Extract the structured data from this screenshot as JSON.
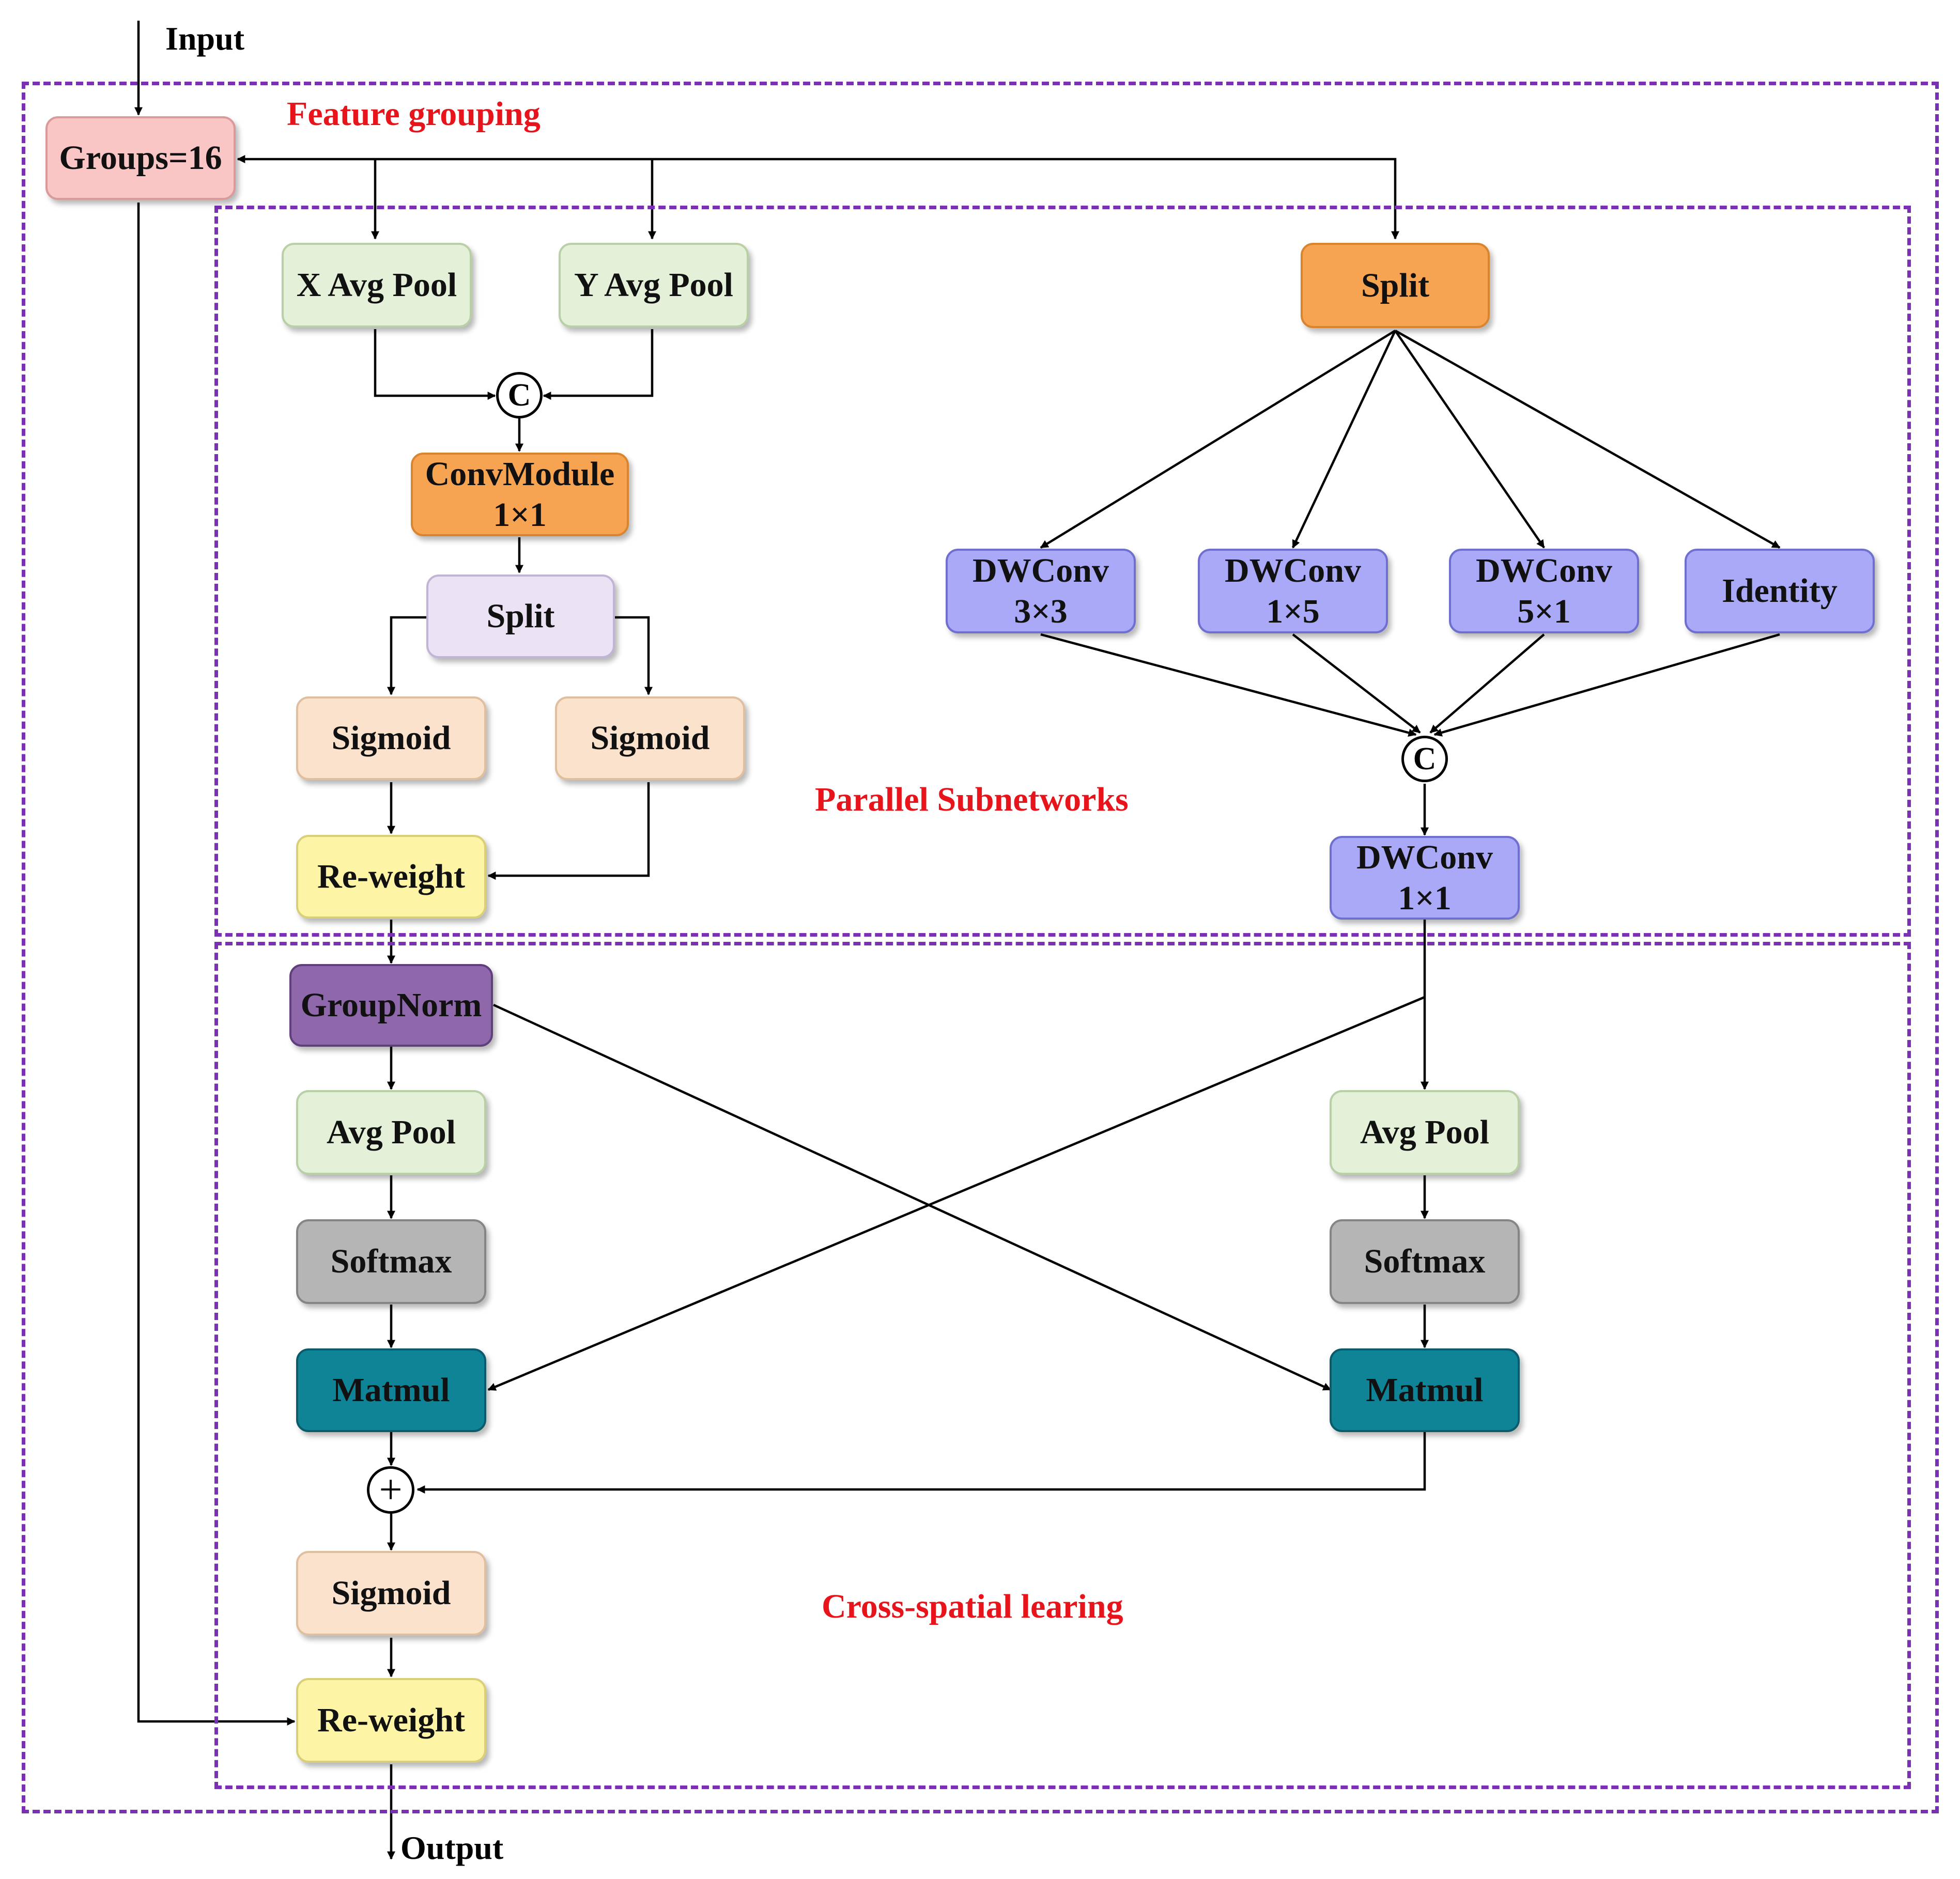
{
  "io": {
    "input": "Input",
    "output": "Output"
  },
  "regions": {
    "feature_grouping": "Feature grouping",
    "parallel_subnetworks": "Parallel Subnetworks",
    "cross_spatial": "Cross-spatial learing"
  },
  "nodes": {
    "groups": {
      "label": "Groups=16",
      "fill": "#f9c6c5",
      "stroke": "#d99a99"
    },
    "x_avg_pool": {
      "label": "X Avg Pool",
      "fill": "#e4f1d8",
      "stroke": "#b9cfa6"
    },
    "y_avg_pool": {
      "label": "Y Avg Pool",
      "fill": "#e4f1d8",
      "stroke": "#b9cfa6"
    },
    "conv_module": {
      "line1": "ConvModule",
      "line2": "1×1",
      "fill": "#f7a452",
      "stroke": "#d9852f"
    },
    "split_left": {
      "label": "Split",
      "fill": "#ebe3f4",
      "stroke": "#c2b4d6"
    },
    "sigmoid_a": {
      "label": "Sigmoid",
      "fill": "#fbe2cc",
      "stroke": "#dfbf9f"
    },
    "sigmoid_b": {
      "label": "Sigmoid",
      "fill": "#fbe2cc",
      "stroke": "#dfbf9f"
    },
    "reweight_top": {
      "label": "Re-weight",
      "fill": "#fdf4a6",
      "stroke": "#d9cf79"
    },
    "split_right": {
      "label": "Split",
      "fill": "#f7a452",
      "stroke": "#d9852f"
    },
    "dwconv_3x3": {
      "line1": "DWConv",
      "line2": "3×3",
      "fill": "#a9a9f8",
      "stroke": "#6f6fd0"
    },
    "dwconv_1x5": {
      "line1": "DWConv",
      "line2": "1×5",
      "fill": "#a9a9f8",
      "stroke": "#6f6fd0"
    },
    "dwconv_5x1": {
      "line1": "DWConv",
      "line2": "5×1",
      "fill": "#a9a9f8",
      "stroke": "#6f6fd0"
    },
    "identity": {
      "label": "Identity",
      "fill": "#a9a9f8",
      "stroke": "#6f6fd0"
    },
    "dwconv_1x1": {
      "line1": "DWConv",
      "line2": "1×1",
      "fill": "#a9a9f8",
      "stroke": "#6f6fd0"
    },
    "group_norm": {
      "label": "GroupNorm",
      "fill": "#8f67ab",
      "stroke": "#5f3f7c"
    },
    "avg_pool_left": {
      "label": "Avg Pool",
      "fill": "#e4f1d8",
      "stroke": "#b9cfa6"
    },
    "softmax_left": {
      "label": "Softmax",
      "fill": "#b5b5b5",
      "stroke": "#858585"
    },
    "matmul_left": {
      "label": "Matmul",
      "fill": "#0f8497",
      "stroke": "#0a5c6a"
    },
    "avg_pool_right": {
      "label": "Avg Pool",
      "fill": "#e4f1d8",
      "stroke": "#b9cfa6"
    },
    "softmax_right": {
      "label": "Softmax",
      "fill": "#b5b5b5",
      "stroke": "#858585"
    },
    "matmul_right": {
      "label": "Matmul",
      "fill": "#0f8497",
      "stroke": "#0a5c6a"
    },
    "sigmoid_bottom": {
      "label": "Sigmoid",
      "fill": "#fbe2cc",
      "stroke": "#dfbf9f"
    },
    "reweight_bottom": {
      "label": "Re-weight",
      "fill": "#fdf4a6",
      "stroke": "#d9cf79"
    }
  },
  "operators": {
    "concat_left": "C",
    "concat_right": "C",
    "add": "+"
  },
  "colors": {
    "region_border": "#7b2fb5",
    "region_label": "#e8141c",
    "wire": "#000000"
  }
}
